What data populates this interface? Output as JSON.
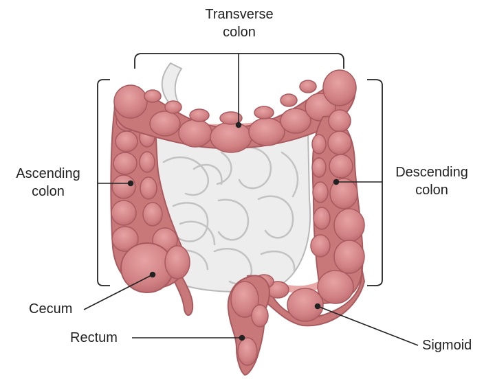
{
  "colors": {
    "colon_fill": "#c9787a",
    "colon_light": "#e8a8a8",
    "colon_edge": "#a85a5e",
    "small_intestine": "#ededed",
    "small_intestine_edge": "#b8b8b8",
    "line": "#222222"
  },
  "labels": {
    "transverse": {
      "line1": "Transverse",
      "line2": "colon"
    },
    "ascending": {
      "line1": "Ascending",
      "line2": "colon"
    },
    "descending": {
      "line1": "Descending",
      "line2": "colon"
    },
    "cecum": "Cecum",
    "rectum": "Rectum",
    "sigmoid": "Sigmoid"
  }
}
